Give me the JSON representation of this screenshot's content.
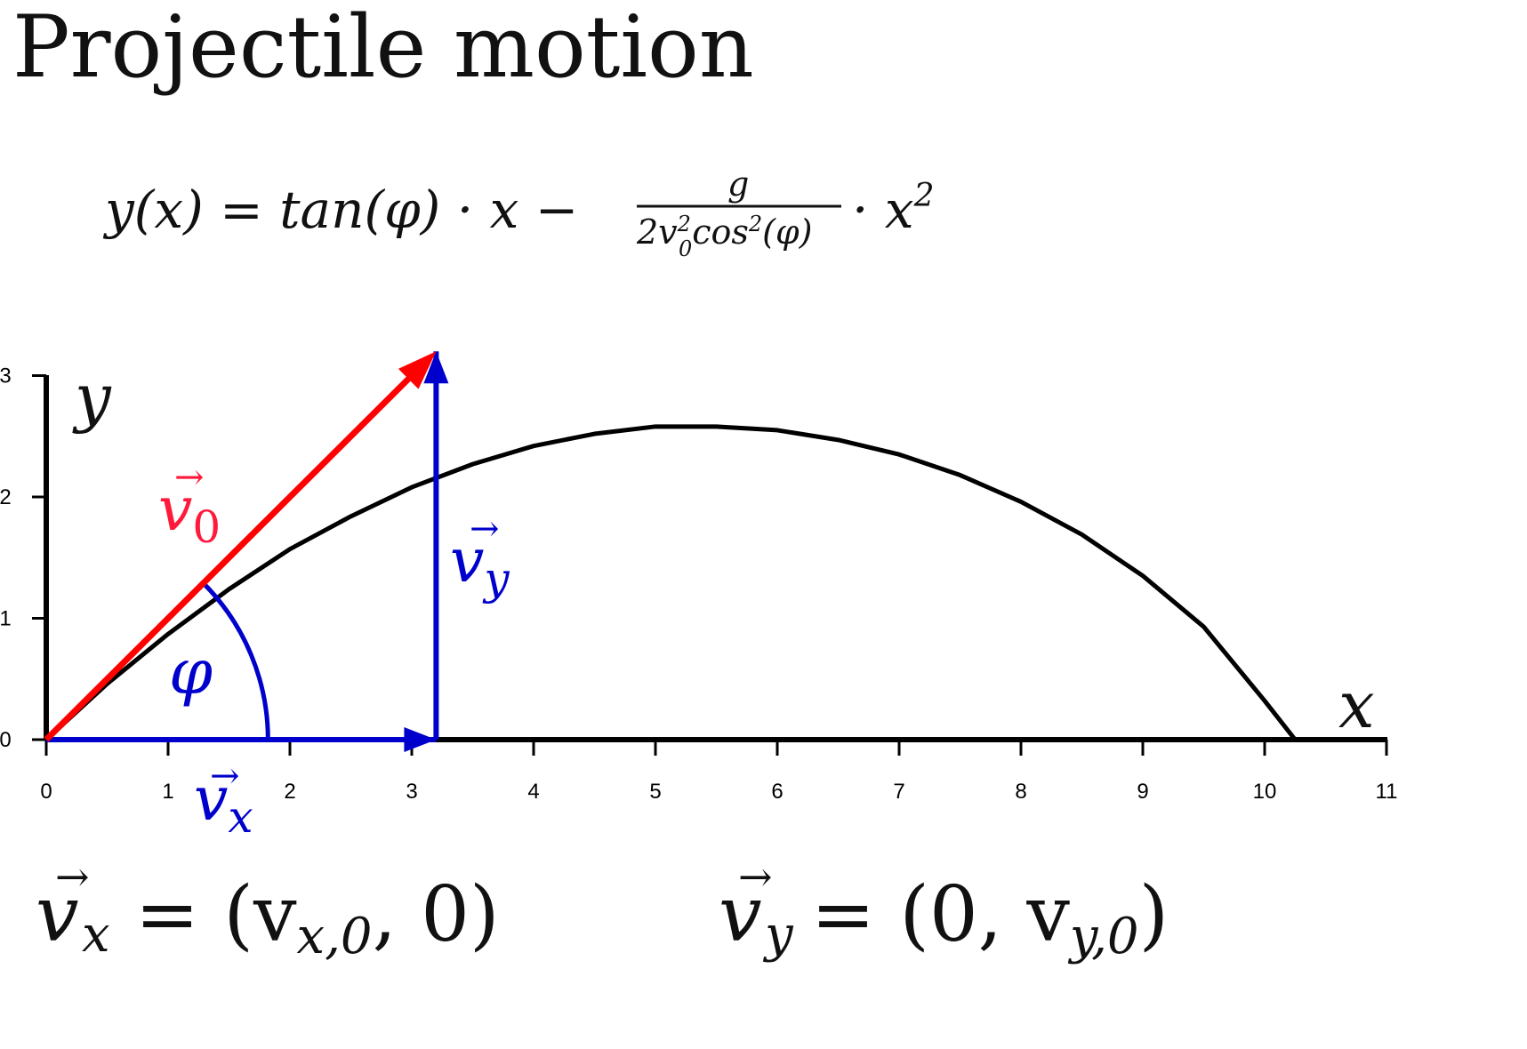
{
  "title": "Projectile motion",
  "formula": {
    "lhs": "y(x) = tan(φ) · x −",
    "frac_num": "g",
    "frac_den_a": "2v",
    "frac_den_sup": "2",
    "frac_den_sub": "0",
    "frac_den_b": "cos",
    "frac_den_sup2": "2",
    "frac_den_c": "(φ)",
    "rhs": "· x",
    "rhs_sup": "2"
  },
  "axes": {
    "x_label": "x",
    "y_label": "y",
    "x_ticks": [
      "0",
      "1",
      "2",
      "3",
      "4",
      "5",
      "6",
      "7",
      "8",
      "9",
      "10",
      "11"
    ],
    "y_ticks": [
      "0",
      "1",
      "2",
      "3"
    ]
  },
  "vectors": {
    "v0_letter": "v",
    "v0_sub": "0",
    "vy_letter": "v",
    "vy_sub": "y",
    "vx_letter": "v",
    "vx_sub": "x",
    "angle": "φ",
    "arrow_glyph": "→"
  },
  "equations": {
    "vx_lhs_letter": "v",
    "vx_lhs_sub": "x",
    "vx_eq": "= (v",
    "vx_eq_sub": "x,0",
    "vx_eq_end": ", 0)",
    "vy_lhs_letter": "v",
    "vy_lhs_sub": "y",
    "vy_eq": "= (0, v",
    "vy_eq_sub": "y,0",
    "vy_eq_end": ")"
  },
  "colors": {
    "trajectory": "#000000",
    "v0": "#ff0000",
    "components": "#0000cc",
    "v0_label": "#ff1a3c"
  },
  "chart_data": {
    "type": "line",
    "series": [
      {
        "x": [
          0,
          0.5,
          1,
          1.5,
          2,
          2.5,
          3,
          3.5,
          4,
          4.5,
          5,
          5.5,
          6,
          6.5,
          7,
          7.5,
          8,
          8.5,
          9,
          9.5,
          10,
          10.25
        ],
        "y": [
          0,
          0.46,
          0.87,
          1.24,
          1.57,
          1.84,
          2.08,
          2.27,
          2.42,
          2.52,
          2.58,
          2.58,
          2.55,
          2.47,
          2.35,
          2.18,
          1.96,
          1.69,
          1.35,
          0.93,
          0.32,
          0
        ]
      }
    ],
    "vectors": {
      "v0": {
        "from": [
          0,
          0
        ],
        "to": [
          3.2,
          3.2
        ]
      },
      "vx": {
        "from": [
          0,
          0
        ],
        "to": [
          3.2,
          0
        ]
      },
      "vy": {
        "from": [
          3.2,
          0
        ],
        "to": [
          3.2,
          3.2
        ]
      }
    },
    "angle_arc_radius": 1.82,
    "xlim": [
      0,
      11
    ],
    "ylim": [
      0,
      3
    ],
    "grid": false
  }
}
